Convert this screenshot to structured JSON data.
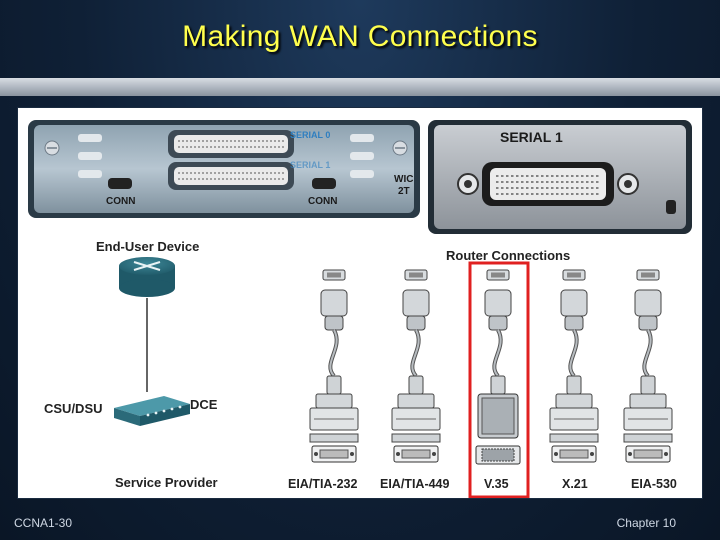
{
  "slide": {
    "title": "Making WAN Connections",
    "footer_left": "CCNA1-30",
    "footer_right": "Chapter 10"
  },
  "photo_left": {
    "serial0_label": "SERIAL 0",
    "serial1_label": "SERIAL 1",
    "conn_left": "CONN",
    "conn_right": "CONN",
    "wic_label": "WIC",
    "wic_model": "2T"
  },
  "photo_right": {
    "serial_label": "SERIAL 1"
  },
  "diagram": {
    "end_user_label": "End-User Device",
    "csu_label": "CSU/DSU",
    "dce_label": "DCE",
    "service_provider_label": "Service Provider",
    "router_connections_label": "Router Connections",
    "cables": [
      {
        "label": "EIA/TIA-232"
      },
      {
        "label": "EIA/TIA-449"
      },
      {
        "label": "V.35",
        "highlighted": true
      },
      {
        "label": "X.21"
      },
      {
        "label": "EIA-530"
      }
    ],
    "highlight_color": "#e02020"
  }
}
